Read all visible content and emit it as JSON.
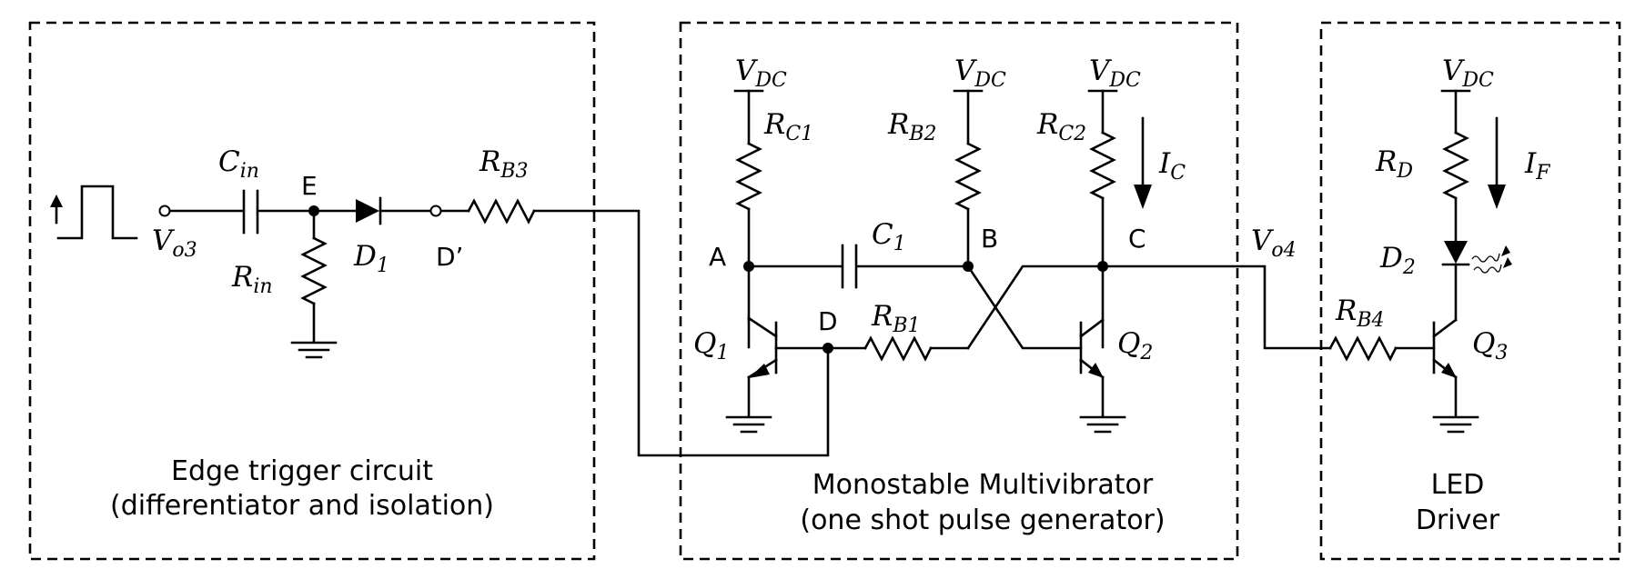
{
  "blocks": {
    "edge": {
      "line1": "Edge trigger circuit",
      "line2": "(differentiator and isolation)"
    },
    "mono": {
      "line1": "Monostable Multivibrator",
      "line2": "(one shot pulse generator)"
    },
    "led": {
      "line1": "LED",
      "line2": "Driver"
    }
  },
  "components": {
    "vo3": {
      "base": "V",
      "sub": "o3"
    },
    "cin": {
      "base": "C",
      "sub": "in"
    },
    "rin": {
      "base": "R",
      "sub": "in"
    },
    "d1": {
      "base": "D",
      "sub": "1"
    },
    "rb3": {
      "base": "R",
      "sub": "B3"
    },
    "rc1": {
      "base": "R",
      "sub": "C1"
    },
    "rb2": {
      "base": "R",
      "sub": "B2"
    },
    "rc2": {
      "base": "R",
      "sub": "C2"
    },
    "c1": {
      "base": "C",
      "sub": "1"
    },
    "rb1": {
      "base": "R",
      "sub": "B1"
    },
    "q1": {
      "base": "Q",
      "sub": "1"
    },
    "q2": {
      "base": "Q",
      "sub": "2"
    },
    "ic": {
      "base": "I",
      "sub": "C"
    },
    "vo4": {
      "base": "V",
      "sub": "o4"
    },
    "rd": {
      "base": "R",
      "sub": "D"
    },
    "if": {
      "base": "I",
      "sub": "F"
    },
    "d2": {
      "base": "D",
      "sub": "2"
    },
    "rb4": {
      "base": "R",
      "sub": "B4"
    },
    "q3": {
      "base": "Q",
      "sub": "3"
    }
  },
  "supply": {
    "base": "V",
    "sub": "DC"
  },
  "nodes": {
    "e": "E",
    "dprime": "D’",
    "a": "A",
    "b": "B",
    "c": "C",
    "d": "D"
  }
}
